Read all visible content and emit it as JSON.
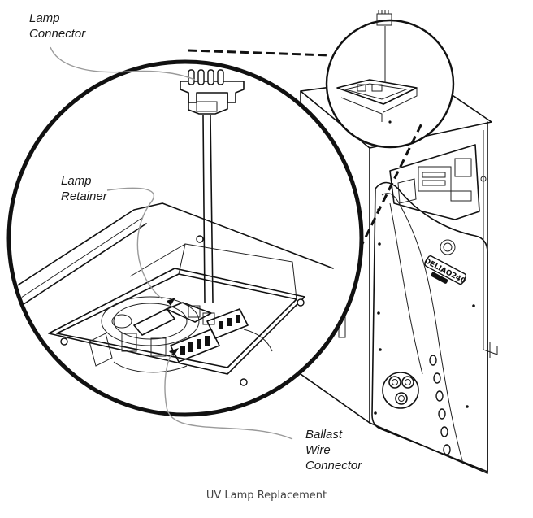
{
  "labels": {
    "lamp_connector": [
      "Lamp",
      "Connector"
    ],
    "lamp_retainer": [
      "Lamp",
      "Retainer"
    ],
    "ballast_wire_connector": [
      "Ballast",
      "Wire",
      "Connector"
    ]
  },
  "unit_badge": "DELIAO240",
  "caption": "UV Lamp Replacement"
}
